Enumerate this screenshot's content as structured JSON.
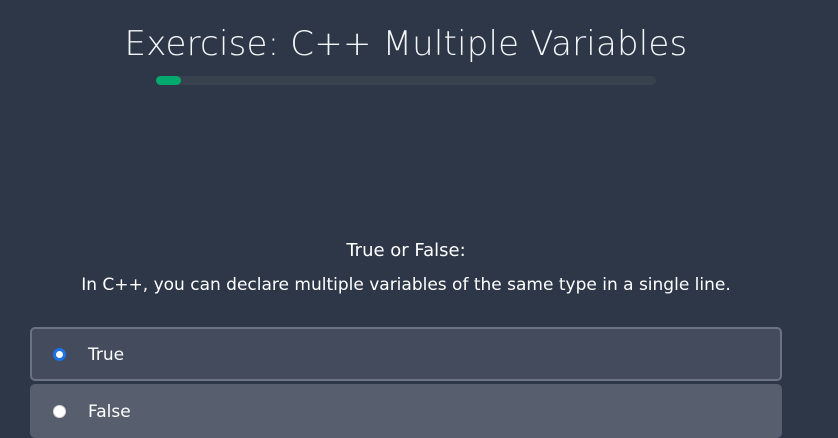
{
  "exercise": {
    "title": "Exercise: C++ Multiple Variables",
    "progress": 0.05,
    "progress_color": "#04aa6d"
  },
  "question": {
    "heading": "True or False:",
    "text": "In C++, you can declare multiple variables of the same type in a single line."
  },
  "options": [
    {
      "label": "True",
      "selected": true
    },
    {
      "label": "False",
      "selected": false
    }
  ]
}
